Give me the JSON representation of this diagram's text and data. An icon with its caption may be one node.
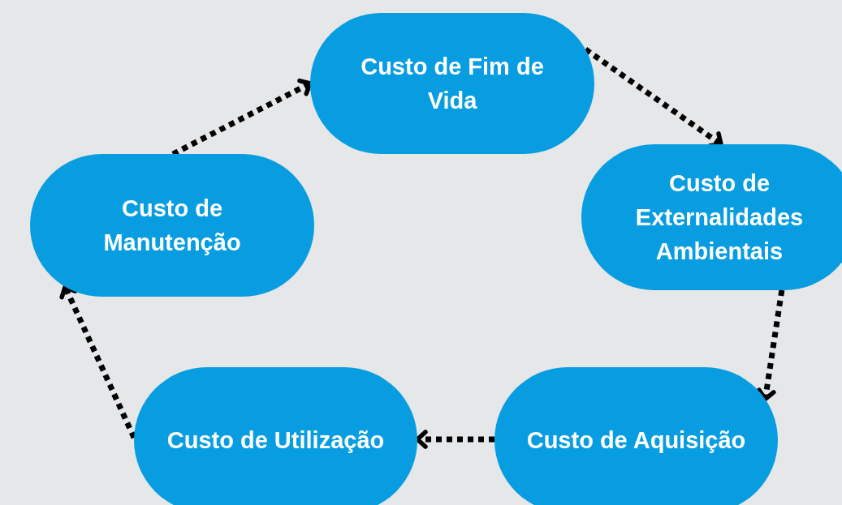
{
  "diagram": {
    "nodes": [
      {
        "text": [
          "Custo de Fim de Vida"
        ]
      },
      {
        "text": [
          "Custo de Externalidades Ambientais"
        ]
      },
      {
        "text": [
          "Custo de Aquisição"
        ]
      },
      {
        "text": [
          "Custo de Utilização"
        ]
      },
      {
        "text": [
          "Custo de Manutenção"
        ]
      }
    ],
    "edges": [
      {
        "from": 0,
        "to": 1,
        "arrow": "to"
      },
      {
        "from": 1,
        "to": 2,
        "arrow": "to"
      },
      {
        "from": 2,
        "to": 3,
        "arrow": "to"
      },
      {
        "from": 3,
        "to": 4,
        "arrow": "to"
      },
      {
        "from": 4,
        "to": 0,
        "arrow": "to"
      }
    ]
  }
}
